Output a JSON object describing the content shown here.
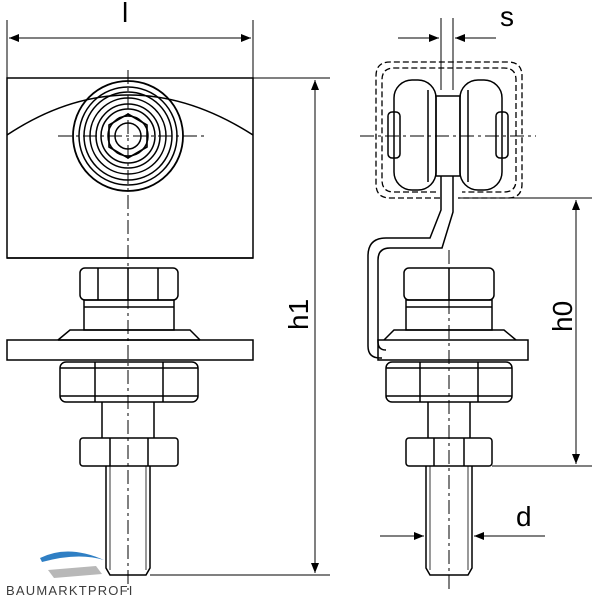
{
  "drawing": {
    "labels": {
      "length": "l",
      "offset": "s",
      "height_total": "h1",
      "height_zero": "h0",
      "diameter": "d"
    }
  },
  "logo": {
    "text": "BAUMARKTPROFI",
    "colors": {
      "swoosh": "#2f7fc4",
      "swoosh_grey": "#9a9a9a",
      "text": "#3c3c3c"
    }
  },
  "colors": {
    "line": "#000000",
    "background": "#ffffff"
  }
}
